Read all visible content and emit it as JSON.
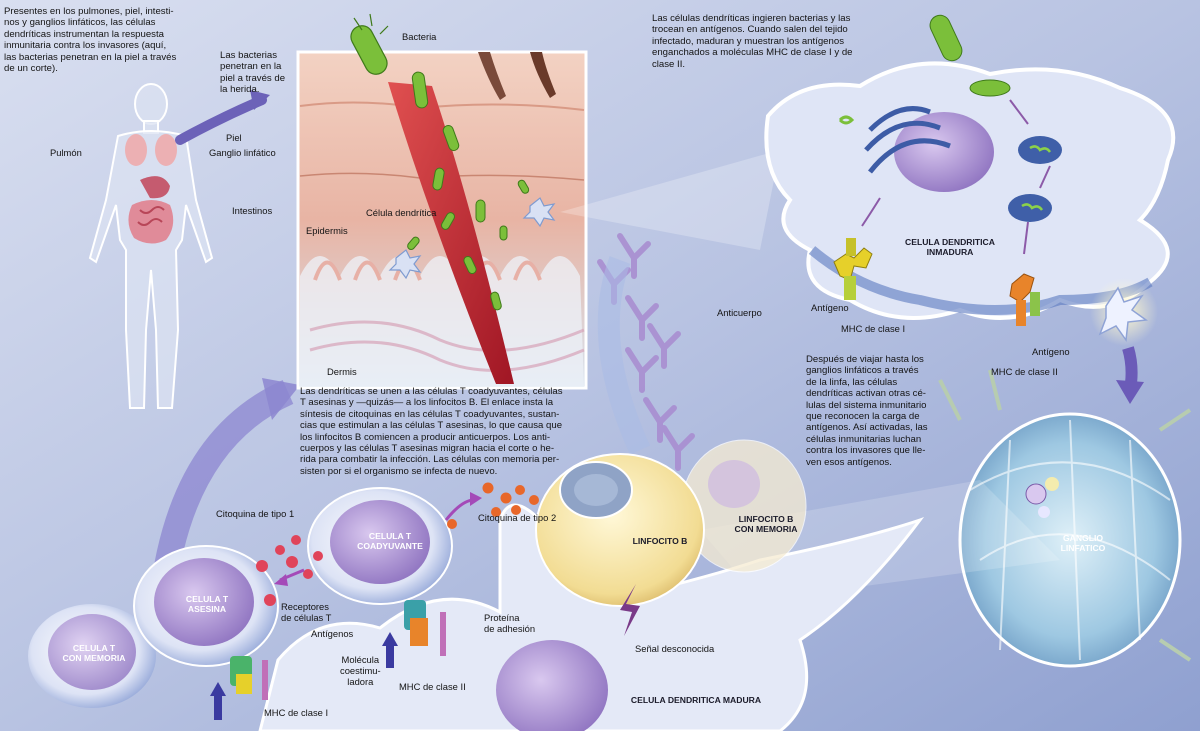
{
  "texts": {
    "intro": "Presentes en los pulmones, piel, intesti-\nnos y ganglios linfáticos, las células\ndendríticas instrumentan la respuesta\ninmunitaria contra los invasores (aquí,\nlas bacterias penetran en la piel a través\nde un corte).",
    "bacteria_enter": "Las bacterias\npenetran en la\npiel a través de\nla herida.",
    "dendritic_ingest": "Las células dendríticas ingieren bacterias y las\ntrocean en antígenos. Cuando salen del tejido\ninfectado, maduran y muestran los antígenos\nenganchados a moléculas MHC de clase I y de\nclase II.",
    "lymph_travel": "Después de viajar hasta los\nganglios linfáticos a través\nde la linfa, las células\ndendríticas activan otras cé-\nlulas del sistema inmunitario\nque reconocen la carga de\nantígenos. Así activadas, las\ncélulas inmunitarias luchan\ncontra los invasores que lle-\nven esos antígenos.",
    "t_cells": "Las dendríticas se unen a las células T coadyuvantes, células\nT asesinas y —quizás— a los linfocitos B. El enlace insta la\nsíntesis de citoquinas en las células T coadyuvantes, sustan-\ncias que estimulan a las células T asesinas, lo que causa que\nlos linfocitos B comiencen a producir anticuerpos. Los anti-\ncuerpos y las células T asesinas migran hacia el corte o he-\nrida para combatir la infección. Las células con memoria per-\nsisten por si el organismo se infecta de nuevo."
  },
  "labels": {
    "bacteria": "Bacteria",
    "piel": "Piel",
    "pulmon": "Pulmón",
    "ganglio_linfatico": "Ganglio linfático",
    "intestinos": "Intestinos",
    "celula_dendritica": "Célula dendrítica",
    "epidermis": "Epidermis",
    "dermis": "Dermis",
    "anticuerpo": "Anticuerpo",
    "antigeno_left": "Antígeno",
    "mhc_i_top": "MHC de clase I",
    "antigeno_right": "Antígeno",
    "mhc_ii_top": "MHC de clase II",
    "citoquina_1": "Citoquina de tipo 1",
    "citoquina_2": "Citoquina de tipo 2",
    "receptores": "Receptores\nde células T",
    "antigenos": "Antígenos",
    "molecula": "Molécula\ncoestimu-\nladora",
    "proteina": "Proteína\nde adhesión",
    "mhc_ii_bottom": "MHC de clase II",
    "mhc_i_bottom": "MHC de clase I",
    "senal": "Señal desconocida"
  },
  "captions": {
    "inmadura": "CELULA DENDRITICA\nINMADURA",
    "ganglio": "GANGLIO\nLINFATICO",
    "linfocito_b": "LINFOCITO B",
    "linfocito_b_memoria": "LINFOCITO B\nCON MEMORIA",
    "t_coadyuvante": "CELULA T\nCOADYUVANTE",
    "t_asesina": "CELULA T\nASESINA",
    "t_memoria": "CELULA T\nCON MEMORIA",
    "madura": "CELULA DENDRITICA MADURA"
  },
  "colors": {
    "background": "#c9d3ea",
    "skin": "#e9b9a7",
    "bacteria_green": "#7bbf3a",
    "membrane_blue": "#7f9bd0",
    "nucleus_purple": "#9a7fc6",
    "cytokine_red": "#e0445a",
    "cytokine_orange": "#e8672a",
    "antibody_violet": "#a88bd0",
    "arrow_violet": "#7d6bc0",
    "mhc_i_yellow": "#e6d02a",
    "mhc_ii_orange": "#e8842a"
  }
}
